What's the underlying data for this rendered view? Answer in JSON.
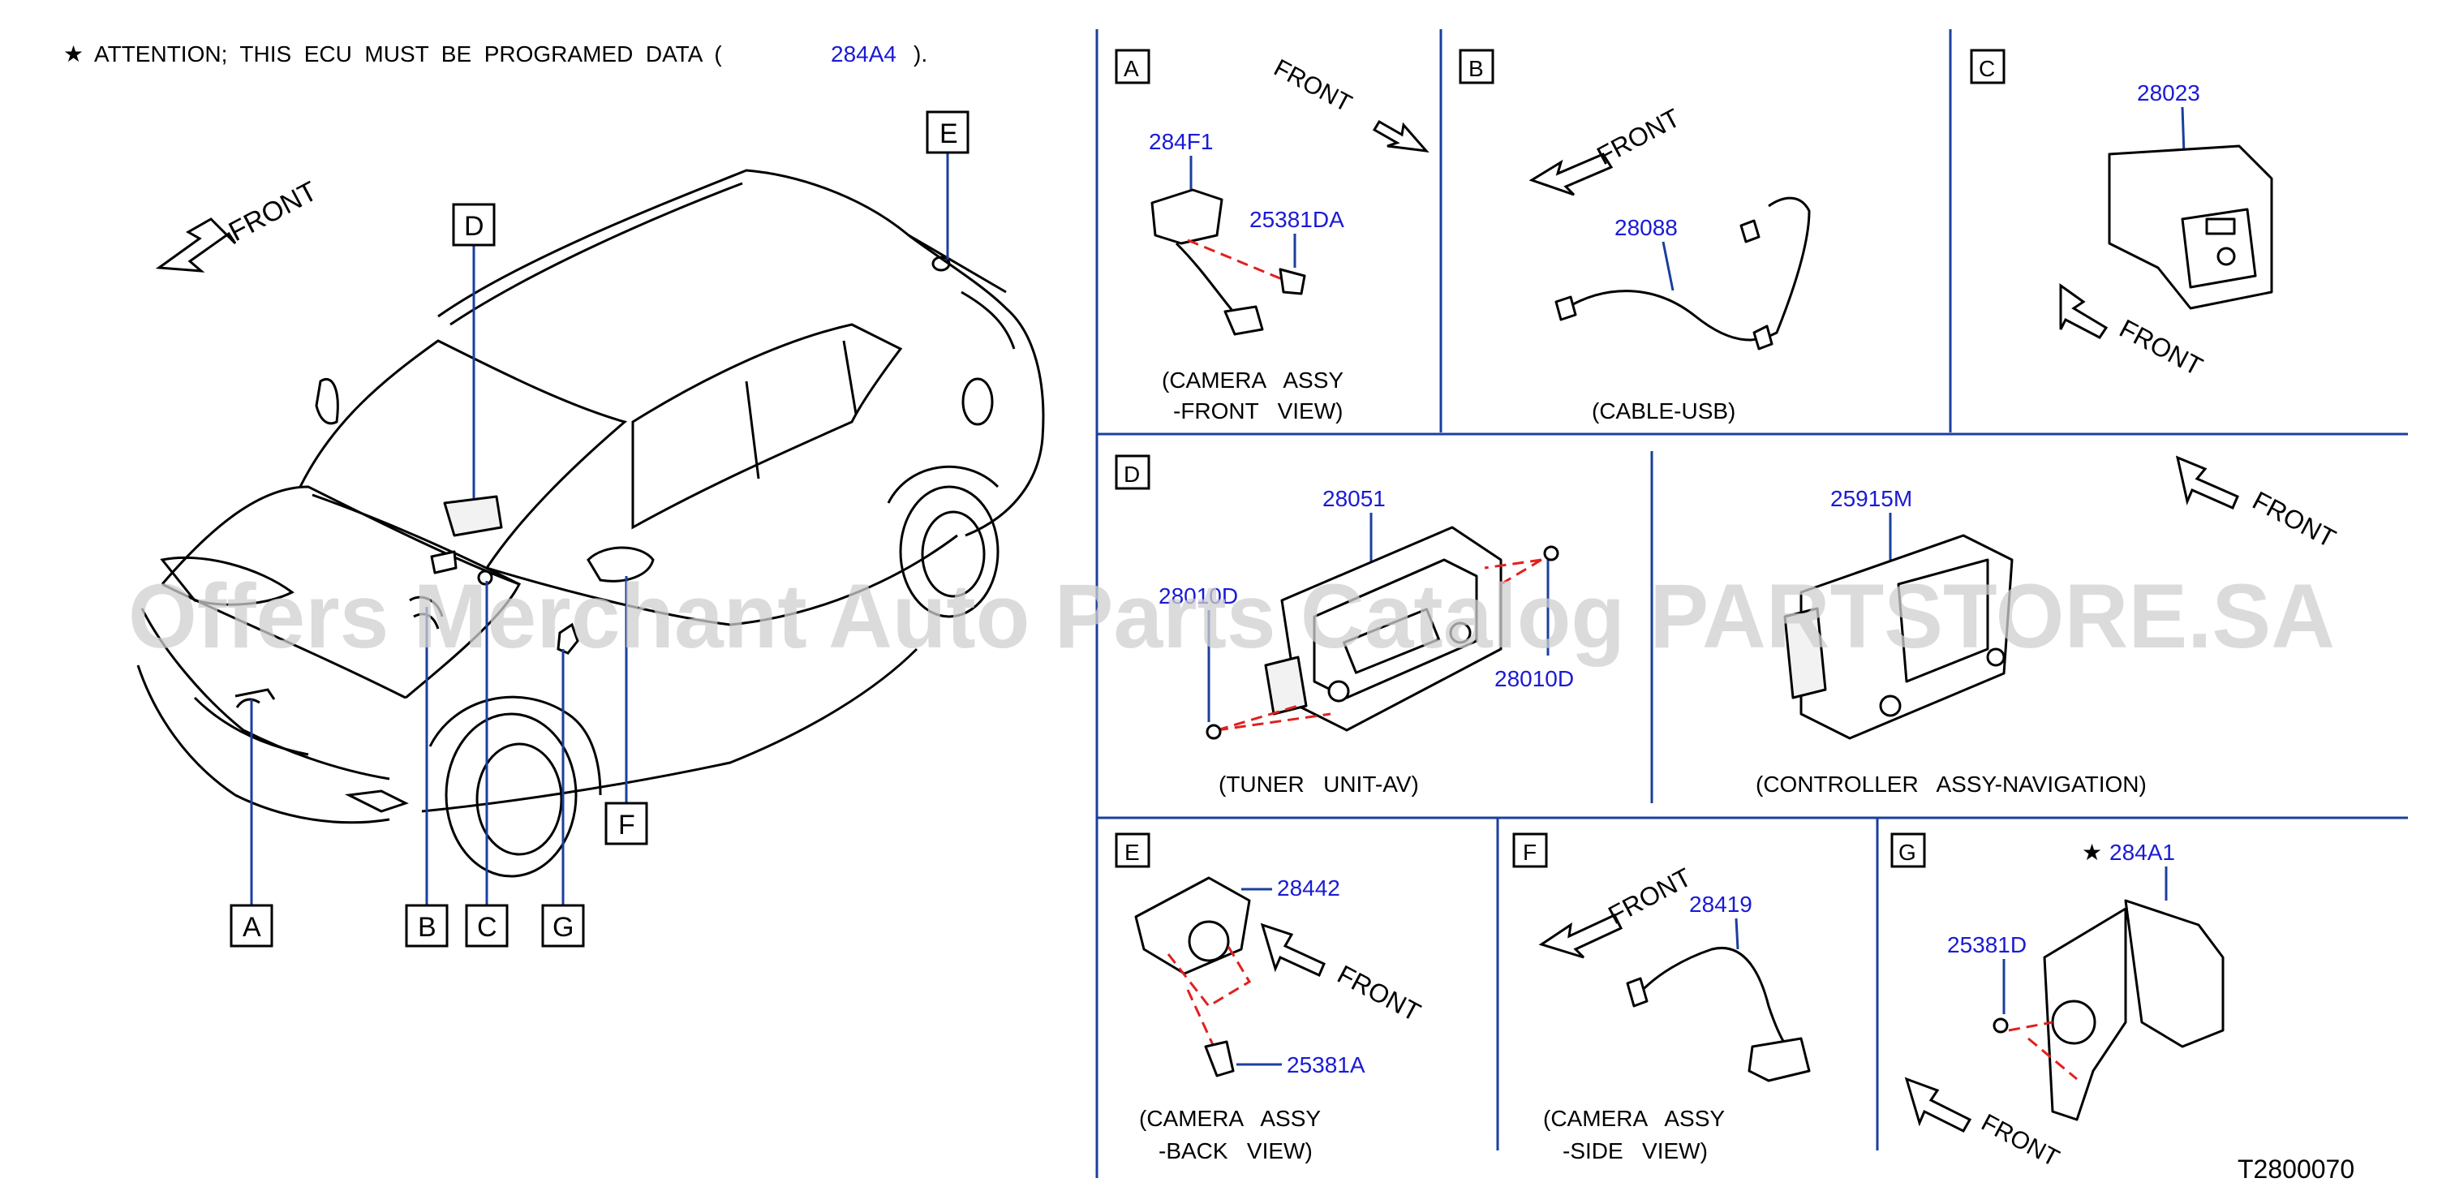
{
  "attention": {
    "star": "★",
    "text": "ATTENTION;  THIS  ECU  MUST  BE  PROGRAMED  DATA  (",
    "part": "284A4",
    "close": ")."
  },
  "main_view": {
    "front_label": "FRONT",
    "callouts": [
      "A",
      "B",
      "C",
      "D",
      "E",
      "F",
      "G"
    ]
  },
  "panels": {
    "A": {
      "letter": "A",
      "front": "FRONT",
      "parts": [
        "284F1",
        "25381DA"
      ],
      "caption_1": "(CAMERA   ASSY",
      "caption_2": "-FRONT   VIEW)"
    },
    "B": {
      "letter": "B",
      "front": "FRONT",
      "parts": [
        "28088"
      ],
      "caption_1": "(CABLE-USB)"
    },
    "C": {
      "letter": "C",
      "front": "FRONT",
      "parts": [
        "28023"
      ]
    },
    "D": {
      "letter": "D",
      "parts": [
        "28051",
        "28010D",
        "28010D"
      ],
      "caption_1": "(TUNER   UNIT-AV)"
    },
    "D2": {
      "front": "FRONT",
      "parts": [
        "25915M"
      ],
      "caption_1": "(CONTROLLER   ASSY-NAVIGATION)"
    },
    "E": {
      "letter": "E",
      "front": "FRONT",
      "parts": [
        "28442",
        "25381A"
      ],
      "caption_1": "(CAMERA   ASSY",
      "caption_2": "-BACK   VIEW)"
    },
    "F": {
      "letter": "F",
      "front": "FRONT",
      "parts": [
        "28419"
      ],
      "caption_1": "(CAMERA   ASSY",
      "caption_2": "-SIDE   VIEW)"
    },
    "G": {
      "letter": "G",
      "front": "FRONT",
      "star": "★",
      "parts": [
        "284A1",
        "25381D"
      ]
    }
  },
  "diagram_code": "T2800070",
  "watermark": "Offers Merchant Auto Parts Catalog PARTSTORE.SA",
  "colors": {
    "part_number": "#1a1ad6",
    "leader": "#1a3f9e",
    "fastener_line": "#e02020",
    "divider": "#1a3f9e"
  }
}
